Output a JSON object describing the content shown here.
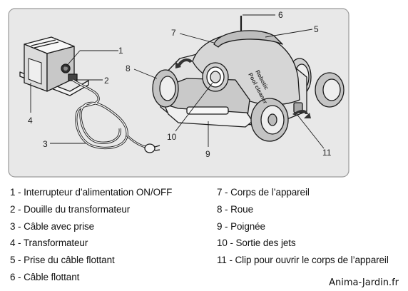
{
  "callouts": [
    "1",
    "2",
    "3",
    "4",
    "5",
    "6",
    "7",
    "8",
    "9",
    "10",
    "11"
  ],
  "robot_label": [
    "Robotic",
    "Pool cleaner"
  ],
  "legend": [
    "1 - Interrupteur d’alimentation ON/OFF",
    "2 - Douille du transformateur",
    "3 - Câble avec  prise",
    "4 - Transformateur",
    "5 - Prise du câble flottant",
    "6 - Câble flottant",
    "7 - Corps de l’appareil",
    "8 - Roue",
    "9 - Poignée",
    "10 - Sortie des jets",
    "11 - Clip pour ouvrir le corps de l’appareil"
  ],
  "credit": "Anima-Jardin.fr"
}
